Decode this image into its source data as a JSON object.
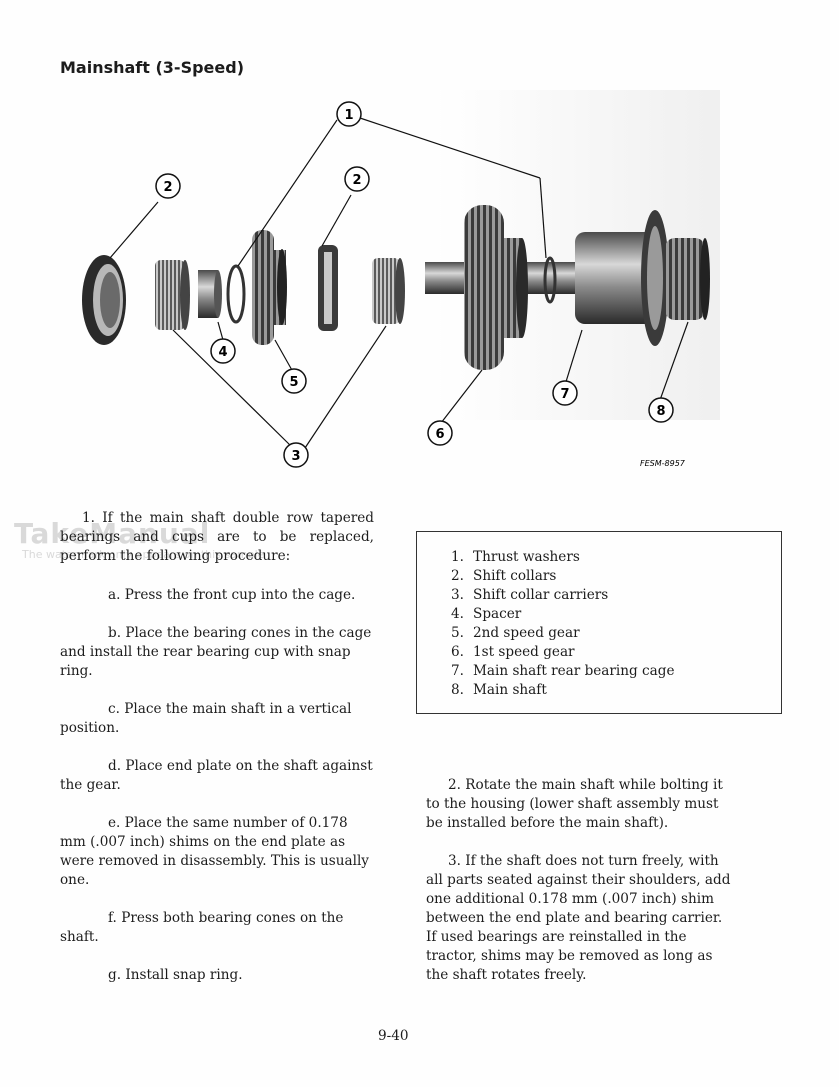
{
  "heading": "Mainshaft (3-Speed)",
  "figure": {
    "code": "FESM-8957",
    "callouts": [
      "1",
      "2",
      "2",
      "3",
      "4",
      "5",
      "6",
      "7",
      "8"
    ]
  },
  "watermark": {
    "brand": "TakeManual",
    "note": "The watermark only appears on this sample"
  },
  "left_column": {
    "intro": "1.  If the main shaft double row tapered bearings and cups are to be replaced, perform the following procedure:",
    "steps": [
      "a.  Press the front cup into the cage.",
      "b.  Place the bearing cones in the cage and install the rear bearing cup with snap ring.",
      "c.  Place the main shaft in a vertical position.",
      "d.  Place end plate on the shaft against the gear.",
      "e.  Place the same number of 0.178 mm (.007 inch) shims on the end plate as were removed in disassembly. This is usually one.",
      "f.  Press both bearing cones on the shaft.",
      "g.  Install snap ring."
    ]
  },
  "legend": [
    {
      "num": "1.",
      "text": "Thrust washers"
    },
    {
      "num": "2.",
      "text": "Shift collars"
    },
    {
      "num": "3.",
      "text": "Shift collar carriers"
    },
    {
      "num": "4.",
      "text": "Spacer"
    },
    {
      "num": "5.",
      "text": "2nd speed gear"
    },
    {
      "num": "6.",
      "text": "1st speed gear"
    },
    {
      "num": "7.",
      "text": "Main shaft rear bearing cage"
    },
    {
      "num": "8.",
      "text": "Main shaft"
    }
  ],
  "right_column": {
    "step2": "2.  Rotate the main shaft while bolting it to the housing (lower shaft assembly must be installed before the main shaft).",
    "step3": "3.  If the shaft does not turn freely, with all parts seated against their shoulders, add one additional 0.178 mm (.007 inch) shim between the end plate and bearing carrier.  If used bearings are reinstalled in the tractor, shims may be removed as long as the shaft rotates freely."
  },
  "page_number": "9-40"
}
